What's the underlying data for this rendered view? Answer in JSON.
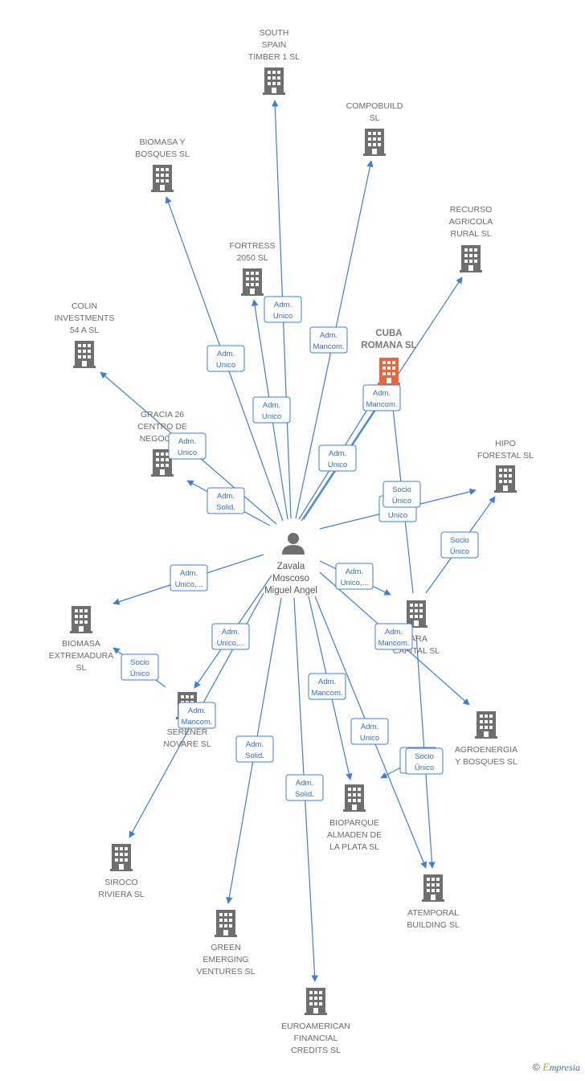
{
  "colors": {
    "edge": "#3d7fd6",
    "building": "#6f6f6f",
    "building_main": "#f0623a",
    "person": "#6f6f6f"
  },
  "person": {
    "name_lines": [
      "Zavala",
      "Moscoso",
      "Miguel Angel"
    ],
    "icon": "person-icon"
  },
  "companies": [
    {
      "id": "south-spain",
      "lines": [
        "SOUTH",
        "SPAIN",
        "TIMBER 1  SL"
      ]
    },
    {
      "id": "compobuild",
      "lines": [
        "COMPOBUILD",
        "SL"
      ]
    },
    {
      "id": "biomasa-bosques",
      "lines": [
        "BIOMASA Y",
        "BOSQUES SL"
      ]
    },
    {
      "id": "recurso",
      "lines": [
        "RECURSO",
        "AGRICOLA",
        "RURAL SL"
      ]
    },
    {
      "id": "fortress",
      "lines": [
        "FORTRESS",
        "2050  SL"
      ]
    },
    {
      "id": "colin",
      "lines": [
        "COLIN",
        "INVESTMENTS",
        "54 A  SL"
      ]
    },
    {
      "id": "cuba",
      "lines": [
        "CUBA",
        "ROMANA  SL"
      ],
      "main": true
    },
    {
      "id": "gracia",
      "lines": [
        "GRACIA 26",
        "CENTRO DE",
        "NEGOCIOS"
      ]
    },
    {
      "id": "hipo",
      "lines": [
        "HIPO",
        "FORESTAL  SL"
      ]
    },
    {
      "id": "biomasa-ext",
      "lines": [
        "BIOMASA",
        "EXTREMADURA",
        "SL"
      ]
    },
    {
      "id": "vara",
      "lines": [
        "VARA",
        "CAPITAL  SL"
      ]
    },
    {
      "id": "serener",
      "lines": [
        "SERENER",
        "NOVARE  SL"
      ]
    },
    {
      "id": "agroenergia",
      "lines": [
        "AGROENERGIA",
        "Y BOSQUES SL"
      ]
    },
    {
      "id": "bioparque",
      "lines": [
        "BIOPARQUE",
        "ALMADEN DE",
        "LA PLATA SL"
      ]
    },
    {
      "id": "siroco",
      "lines": [
        "SIROCO",
        "RIVIERA  SL"
      ]
    },
    {
      "id": "atemporal",
      "lines": [
        "ATEMPORAL",
        "BUILDING  SL"
      ]
    },
    {
      "id": "green",
      "lines": [
        "GREEN",
        "EMERGING",
        "VENTURES SL"
      ]
    },
    {
      "id": "euroamerican",
      "lines": [
        "EUROAMERICAN",
        "FINANCIAL",
        "CREDITS SL"
      ]
    }
  ],
  "roles": [
    {
      "to": "south-spain",
      "lines": [
        "Adm.",
        "Unico"
      ]
    },
    {
      "to": "compobuild",
      "lines": [
        "Adm.",
        "Mancom."
      ]
    },
    {
      "to": "biomasa-bosques",
      "lines": [
        "Adm.",
        "Unico"
      ]
    },
    {
      "to": "fortress",
      "lines": [
        "Adm.",
        "Unico"
      ]
    },
    {
      "to": "cuba",
      "lines": [
        "Adm.",
        "Mancom."
      ]
    },
    {
      "to": "gracia",
      "lines": [
        "Adm.",
        "Unico"
      ]
    },
    {
      "to": "gracia",
      "lines": [
        "Adm.",
        "Solid."
      ]
    },
    {
      "to": "recurso",
      "lines": [
        "Adm.",
        "Unico"
      ]
    },
    {
      "to": "hipo",
      "lines": [
        "Adm.",
        "Unico"
      ]
    },
    {
      "to": "hipo",
      "lines": [
        "Socio",
        "Único"
      ]
    },
    {
      "to": "hipo",
      "lines": [
        "Socio",
        "Único"
      ]
    },
    {
      "to": "biomasa-ext",
      "lines": [
        "Adm.",
        "Unico,..."
      ]
    },
    {
      "to": "vara",
      "lines": [
        "Adm.",
        "Unico,..."
      ]
    },
    {
      "to": "serener",
      "lines": [
        "Adm.",
        "Unico,..."
      ]
    },
    {
      "to": "biomasa-ext",
      "lines": [
        "Socio",
        "Único"
      ]
    },
    {
      "to": "siroco",
      "lines": [
        "Adm.",
        "Mancom."
      ]
    },
    {
      "to": "atemporal",
      "lines": [
        "Adm.",
        "Mancom."
      ]
    },
    {
      "to": "bioparque",
      "lines": [
        "Adm.",
        "Mancom."
      ]
    },
    {
      "to": "atemporal",
      "lines": [
        "Adm.",
        "Unico"
      ]
    },
    {
      "to": "green",
      "lines": [
        "Adm.",
        "Solid."
      ]
    },
    {
      "to": "euroamerican",
      "lines": [
        "Adm.",
        "Solid."
      ]
    },
    {
      "to": "bioparque",
      "lines": [
        "Socio",
        "Único"
      ]
    },
    {
      "to": "atemporal",
      "lines": [
        "Socio",
        "Único"
      ]
    }
  ],
  "brand": {
    "copyright": "©",
    "e": "E",
    "rest": "mpresia"
  }
}
